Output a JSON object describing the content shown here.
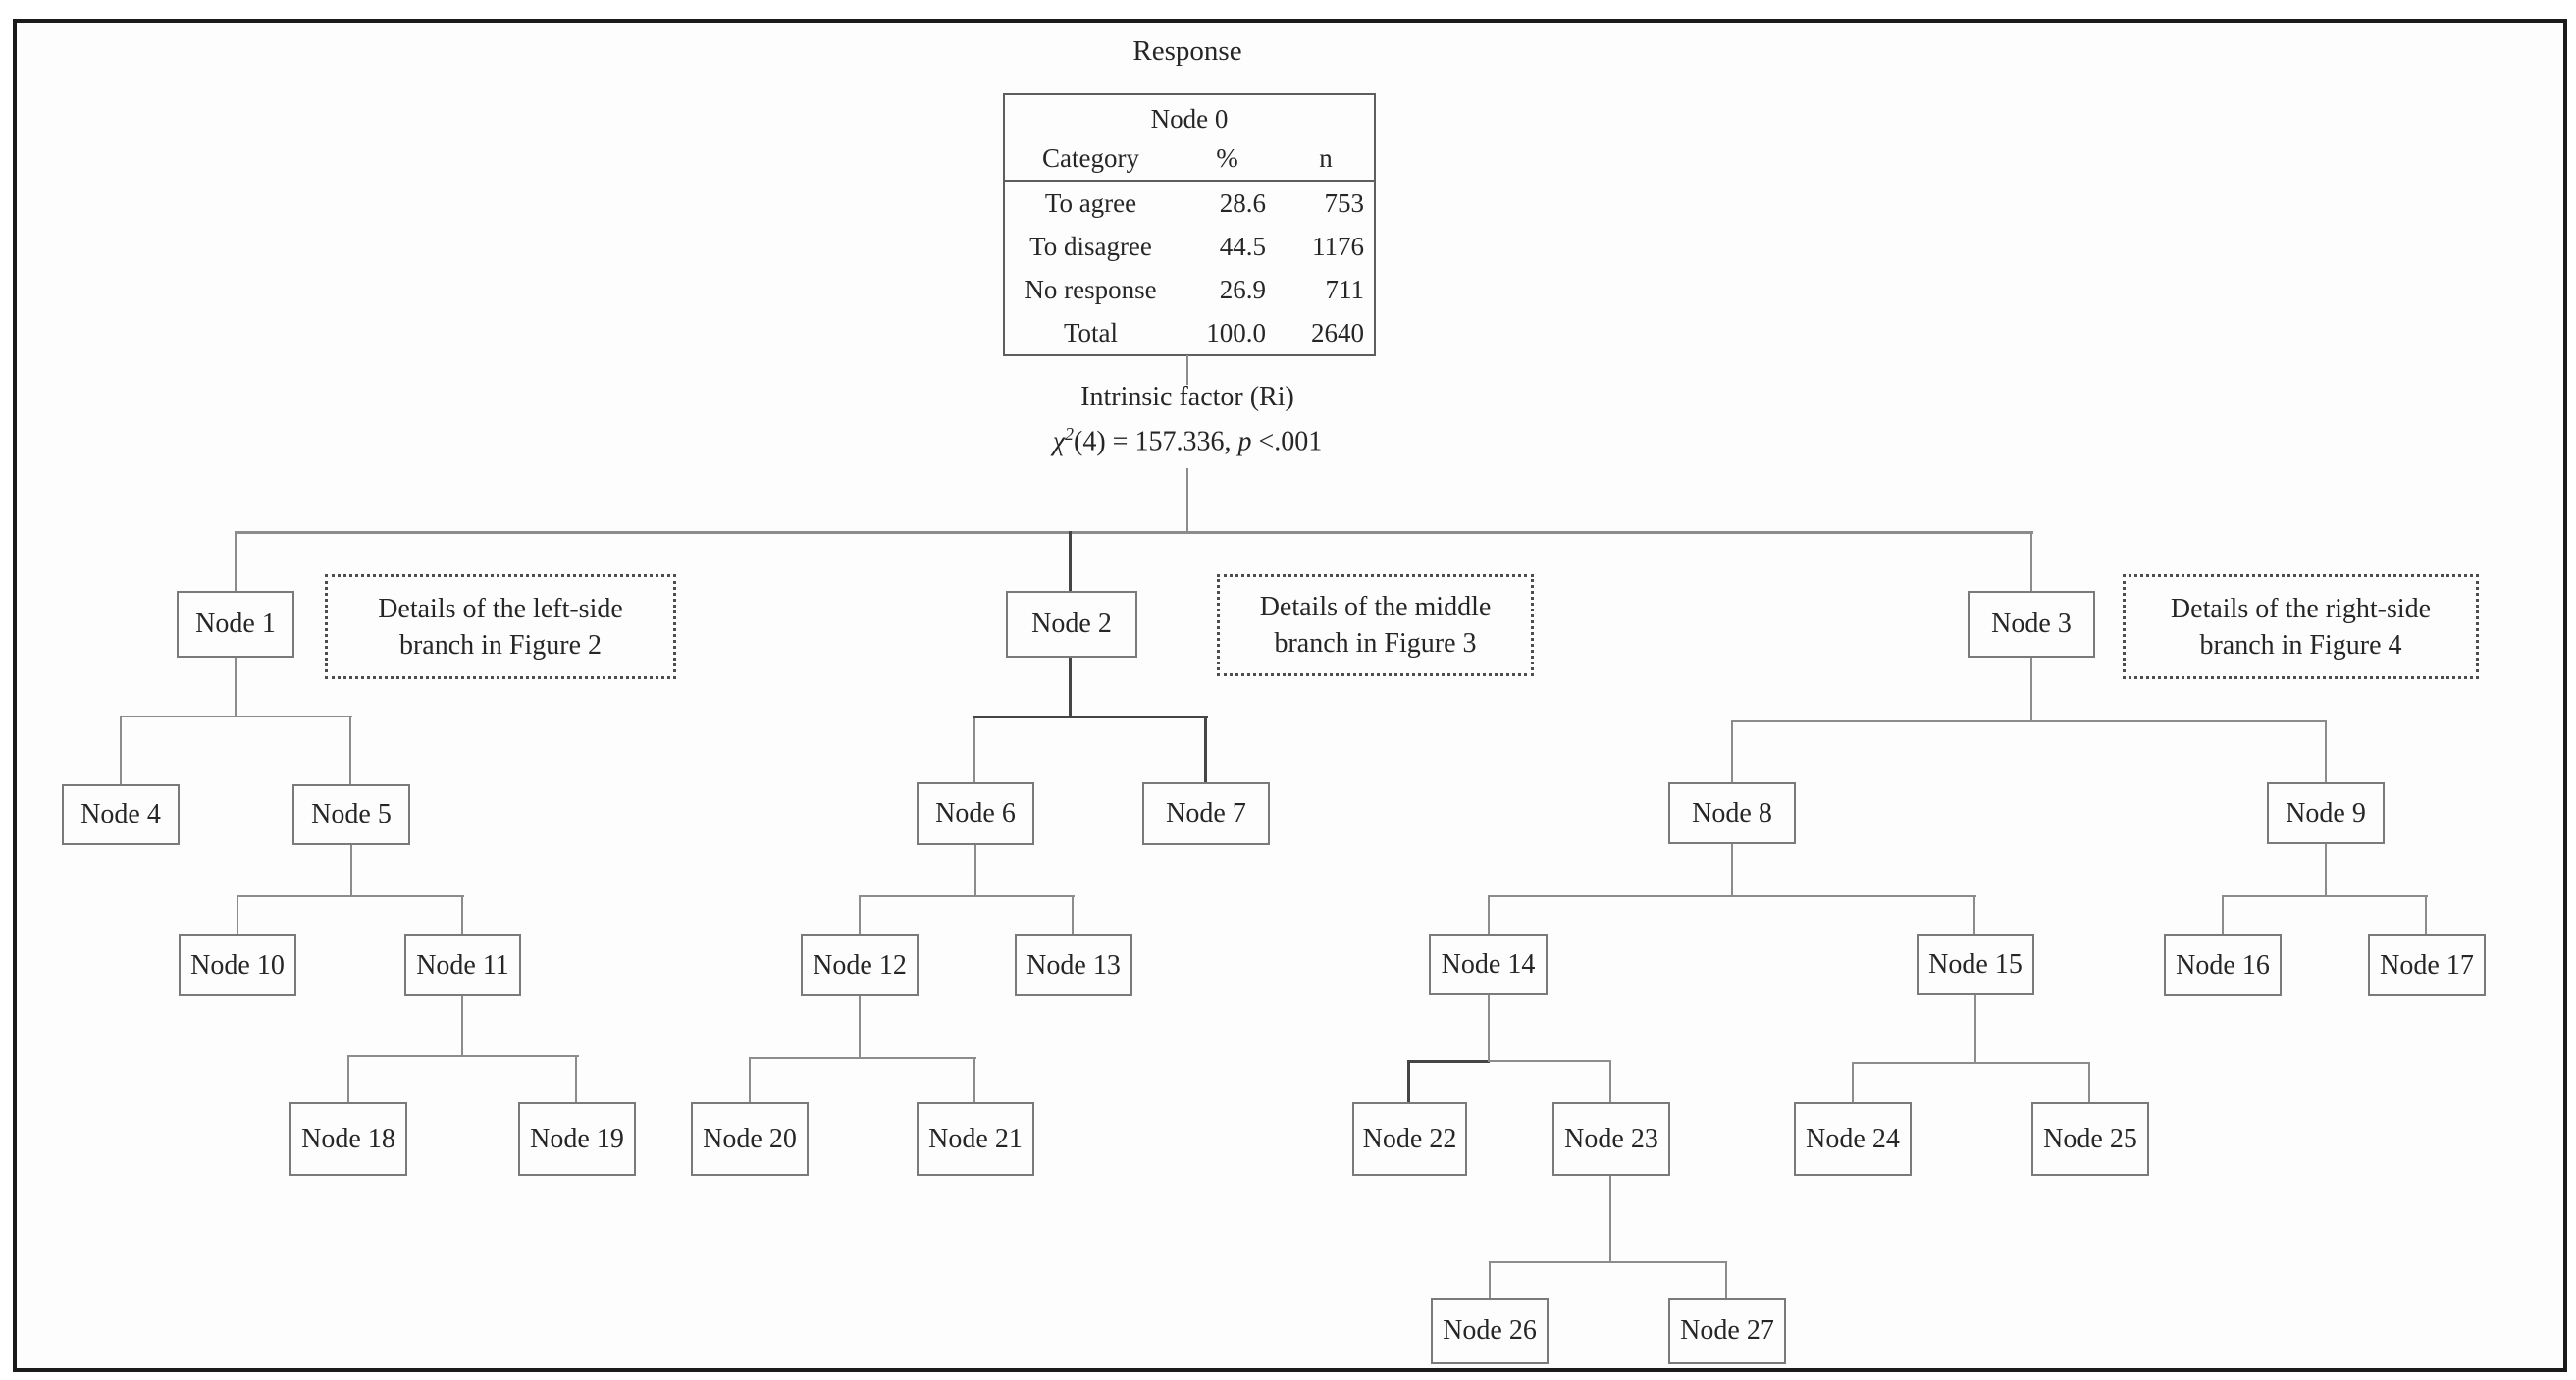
{
  "figure": {
    "title": "Response",
    "root_table": {
      "node_label": "Node 0",
      "columns": [
        "Category",
        "%",
        "n"
      ],
      "rows": [
        {
          "category": "To agree",
          "pct": "28.6",
          "n": "753"
        },
        {
          "category": "To disagree",
          "pct": "44.5",
          "n": "1176"
        },
        {
          "category": "No response",
          "pct": "26.9",
          "n": "711"
        },
        {
          "category": "Total",
          "pct": "100.0",
          "n": "2640"
        }
      ]
    },
    "split": {
      "variable": "Intrinsic factor (Ri)",
      "chi_symbol": "χ",
      "chi_exponent": "2",
      "chi_body": "(4) = 157.336, ",
      "p_symbol": "p",
      "p_body": " <.001"
    },
    "annotations": [
      {
        "line1": "Details of the left-side",
        "line2": "branch in Figure 2"
      },
      {
        "line1": "Details of the middle",
        "line2": "branch in Figure 3"
      },
      {
        "line1": "Details of the right-side",
        "line2": "branch in Figure 4"
      }
    ],
    "nodes": [
      {
        "id": 1,
        "label": "Node 1",
        "parent": 0
      },
      {
        "id": 2,
        "label": "Node 2",
        "parent": 0
      },
      {
        "id": 3,
        "label": "Node 3",
        "parent": 0
      },
      {
        "id": 4,
        "label": "Node 4",
        "parent": 1
      },
      {
        "id": 5,
        "label": "Node 5",
        "parent": 1
      },
      {
        "id": 6,
        "label": "Node 6",
        "parent": 2
      },
      {
        "id": 7,
        "label": "Node 7",
        "parent": 2
      },
      {
        "id": 8,
        "label": "Node 8",
        "parent": 3
      },
      {
        "id": 9,
        "label": "Node 9",
        "parent": 3
      },
      {
        "id": 10,
        "label": "Node 10",
        "parent": 5
      },
      {
        "id": 11,
        "label": "Node 11",
        "parent": 5
      },
      {
        "id": 12,
        "label": "Node 12",
        "parent": 6
      },
      {
        "id": 13,
        "label": "Node 13",
        "parent": 6
      },
      {
        "id": 14,
        "label": "Node 14",
        "parent": 8
      },
      {
        "id": 15,
        "label": "Node 15",
        "parent": 8
      },
      {
        "id": 16,
        "label": "Node 16",
        "parent": 9
      },
      {
        "id": 17,
        "label": "Node 17",
        "parent": 9
      },
      {
        "id": 18,
        "label": "Node 18",
        "parent": 11
      },
      {
        "id": 19,
        "label": "Node 19",
        "parent": 11
      },
      {
        "id": 20,
        "label": "Node 20",
        "parent": 12
      },
      {
        "id": 21,
        "label": "Node 21",
        "parent": 12
      },
      {
        "id": 22,
        "label": "Node 22",
        "parent": 14
      },
      {
        "id": 23,
        "label": "Node 23",
        "parent": 14
      },
      {
        "id": 24,
        "label": "Node 24",
        "parent": 15
      },
      {
        "id": 25,
        "label": "Node 25",
        "parent": 15
      },
      {
        "id": 26,
        "label": "Node 26",
        "parent": 23
      },
      {
        "id": 27,
        "label": "Node 27",
        "parent": 23
      }
    ]
  },
  "colors": {
    "line": "#8c8c8c",
    "line_emphasis": "#454545",
    "box_border": "#7a7a7a",
    "frame_border": "#1b1b1b",
    "text": "#262626",
    "background": "#fdfdfd"
  }
}
